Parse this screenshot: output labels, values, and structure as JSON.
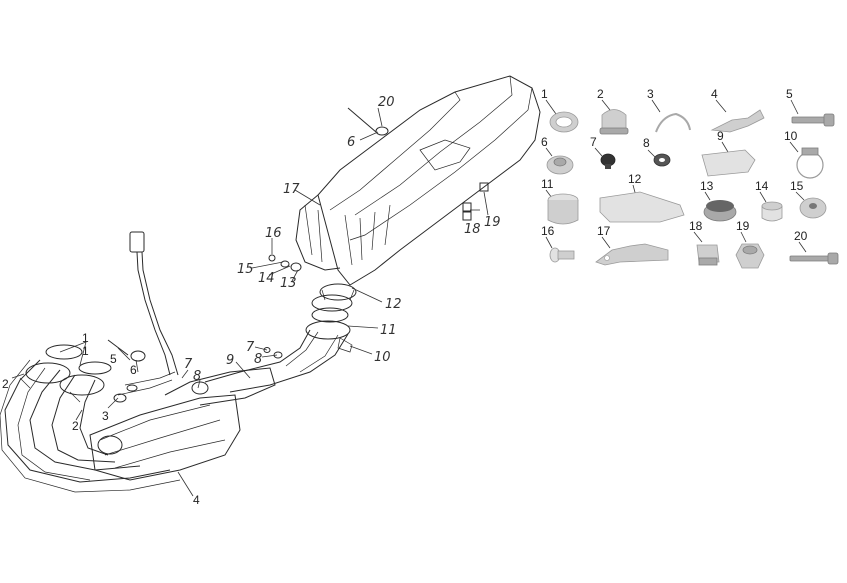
{
  "diagram_labels": [
    "1",
    "1",
    "2",
    "2",
    "3",
    "4",
    "5",
    "6",
    "6",
    "7",
    "7",
    "8",
    "8",
    "9",
    "10",
    "11",
    "12",
    "13",
    "14",
    "15",
    "16",
    "17",
    "18",
    "19",
    "20"
  ],
  "catalog_labels": [
    "1",
    "2",
    "3",
    "4",
    "5",
    "6",
    "7",
    "8",
    "9",
    "10",
    "11",
    "12",
    "13",
    "14",
    "15",
    "16",
    "17",
    "18",
    "19",
    "20"
  ]
}
